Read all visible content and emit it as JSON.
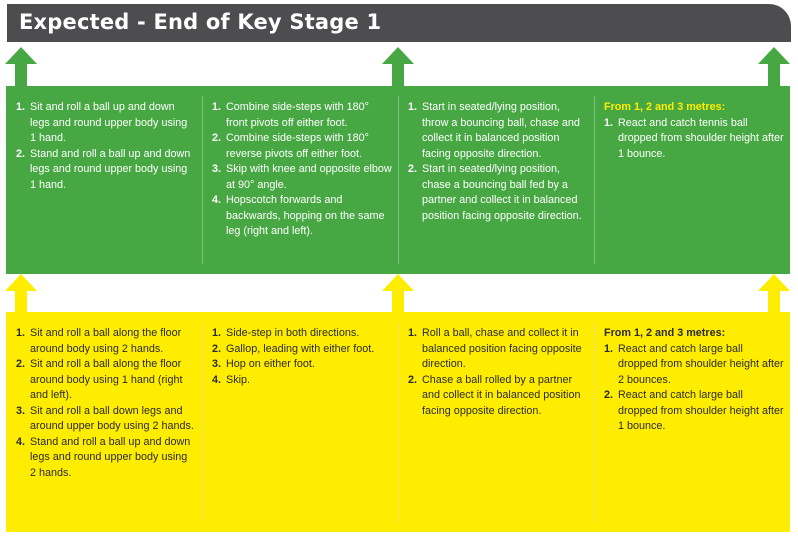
{
  "header": {
    "title": "Expected - End of Key Stage 1"
  },
  "colors": {
    "header_bg": "#4d4d4f",
    "green": "#47a843",
    "yellow": "#ffed00",
    "subhead_on_green": "#ffed00"
  },
  "icons": {
    "arrow": "up-arrow-icon"
  },
  "expected": {
    "columns": [
      {
        "items": [
          {
            "num": "1.",
            "text": "Sit and roll a ball up and down legs and round upper body using 1 hand."
          },
          {
            "num": "2.",
            "text": "Stand and roll a ball up and down legs and round upper body using 1 hand."
          }
        ]
      },
      {
        "items": [
          {
            "num": "1.",
            "text": "Combine side-steps with 180° front pivots off either foot."
          },
          {
            "num": "2.",
            "text": "Combine side-steps with 180° reverse pivots off either foot."
          },
          {
            "num": "3.",
            "text": "Skip with knee and opposite elbow at 90° angle."
          },
          {
            "num": "4.",
            "text": "Hopscotch forwards and backwards, hopping on the same leg (right and left)."
          }
        ]
      },
      {
        "items": [
          {
            "num": "1.",
            "text": "Start in seated/lying position, throw a bouncing ball, chase and collect it in balanced position facing opposite direction."
          },
          {
            "num": "2.",
            "text": "Start in seated/lying position, chase a bouncing ball fed by a partner and collect it in balanced position facing opposite direction."
          }
        ]
      },
      {
        "subhead": "From 1, 2 and 3 metres:",
        "items": [
          {
            "num": "1.",
            "text": "React and catch tennis ball dropped from shoulder height after 1 bounce."
          }
        ]
      }
    ]
  },
  "developing": {
    "columns": [
      {
        "items": [
          {
            "num": "1.",
            "text": "Sit and roll a ball along the floor around body using 2 hands."
          },
          {
            "num": "2.",
            "text": "Sit and roll a ball along the floor around body using 1 hand (right and left)."
          },
          {
            "num": "3.",
            "text": "Sit and roll a ball down legs and around upper body using 2 hands."
          },
          {
            "num": "4.",
            "text": "Stand and roll a ball up and down legs and round upper body using 2 hands."
          }
        ]
      },
      {
        "items": [
          {
            "num": "1.",
            "text": "Side-step in both directions."
          },
          {
            "num": "2.",
            "text": "Gallop, leading with either foot."
          },
          {
            "num": "3.",
            "text": "Hop on either foot."
          },
          {
            "num": "4.",
            "text": "Skip."
          }
        ]
      },
      {
        "items": [
          {
            "num": "1.",
            "text": "Roll a ball, chase and collect it in balanced position facing opposite direction."
          },
          {
            "num": "2.",
            "text": "Chase a ball rolled by a partner and collect it in balanced position facing opposite direction."
          }
        ]
      },
      {
        "subhead": "From 1, 2 and 3 metres:",
        "items": [
          {
            "num": "1.",
            "text": "React and catch large ball dropped from shoulder height after 2 bounces."
          },
          {
            "num": "2.",
            "text": "React and catch large ball dropped from shoulder height after 1 bounce."
          }
        ]
      }
    ]
  }
}
